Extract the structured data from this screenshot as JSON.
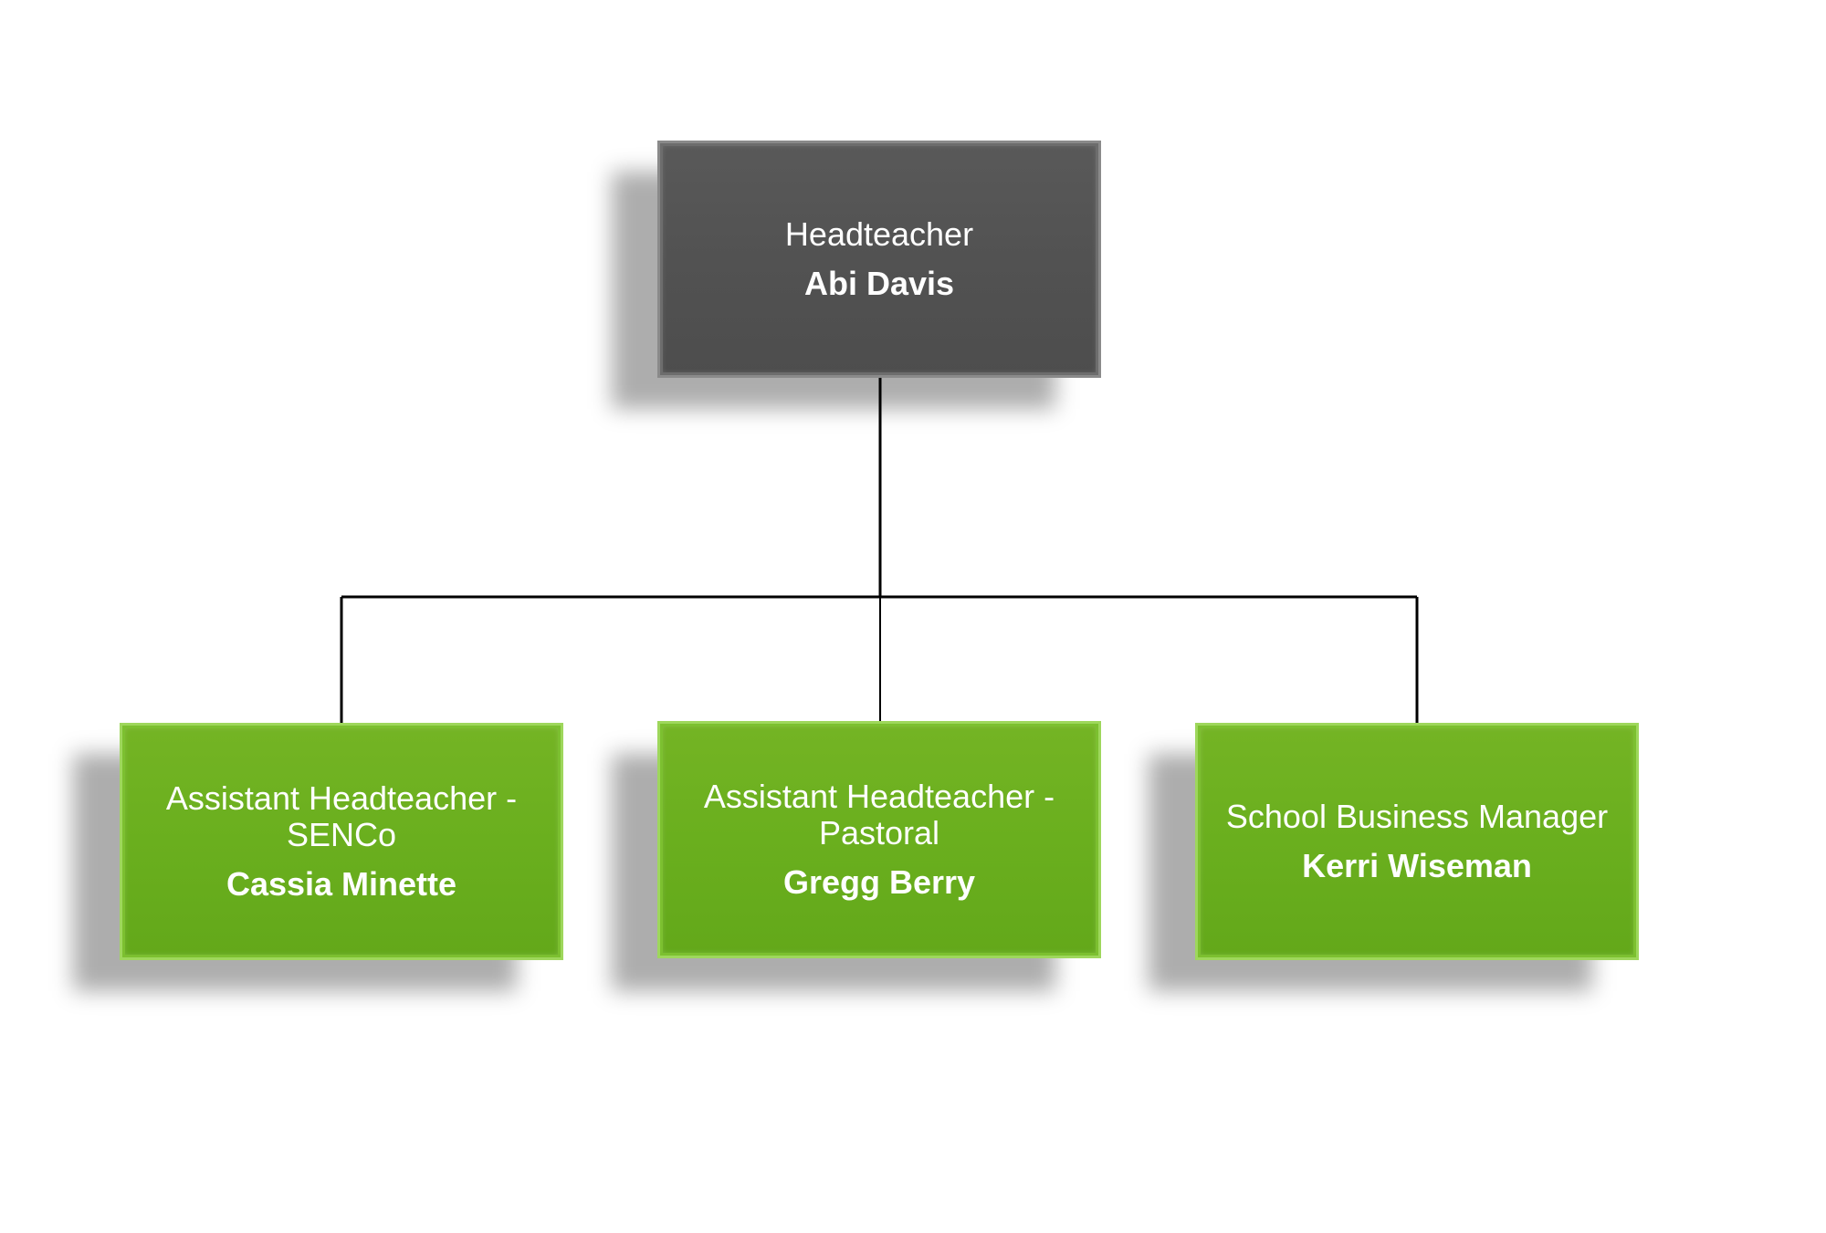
{
  "org_chart": {
    "head": {
      "role": "Headteacher",
      "name": "Abi Davis",
      "color": "#525252"
    },
    "staff": [
      {
        "role": "Assistant Headteacher - SENCo",
        "name": "Cassia Minette"
      },
      {
        "role": "Assistant Headteacher - Pastoral",
        "name": "Gregg Berry"
      },
      {
        "role": "School Business Manager",
        "name": "Kerri Wiseman"
      }
    ],
    "staff_color": "#6aaf1e",
    "connector_color": "#000000"
  }
}
